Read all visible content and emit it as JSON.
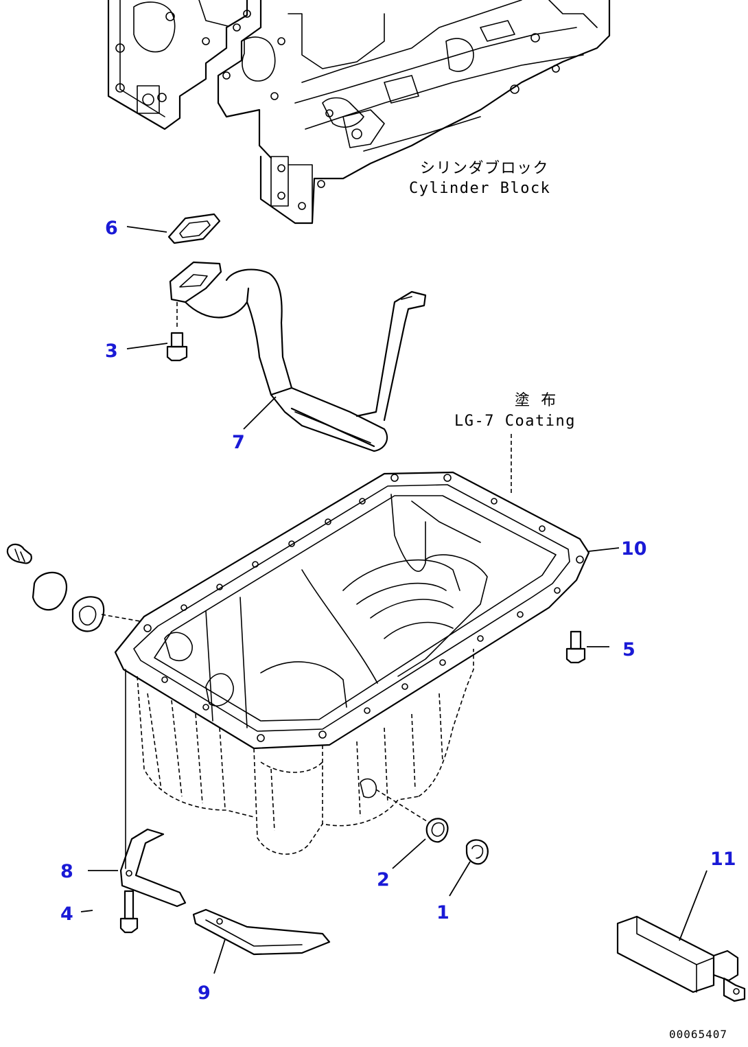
{
  "annotations": {
    "cylinder_block_jp": "シリンダブロック",
    "cylinder_block_en": "Cylinder Block",
    "coating_jp": "塗 布",
    "coating_en": "LG-7 Coating"
  },
  "callouts": {
    "c1": "1",
    "c2": "2",
    "c3": "3",
    "c4": "4",
    "c5": "5",
    "c6": "6",
    "c7": "7",
    "c8": "8",
    "c9": "9",
    "c10": "10",
    "c11": "11"
  },
  "drawing_id": "00065407",
  "colors": {
    "callout": "#1a1ad6",
    "line": "#000000",
    "background": "#ffffff"
  }
}
